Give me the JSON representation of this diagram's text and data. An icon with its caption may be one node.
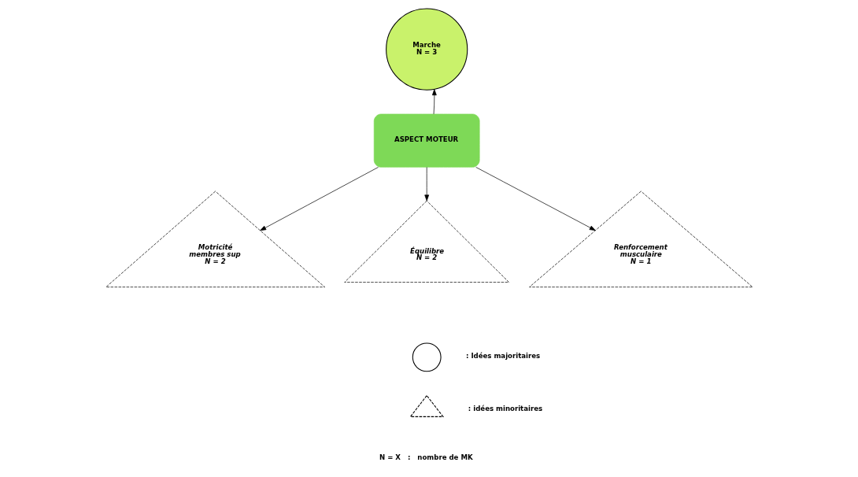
{
  "diagram": {
    "nodes": [
      {
        "text": [
          "ASPECT MOTEUR"
        ]
      },
      {
        "text": [
          "Marche",
          "N = 3"
        ]
      },
      {
        "text": [
          "Motricité membres sup",
          "N = 2"
        ]
      },
      {
        "text": [
          "Équilibre",
          "N = 2"
        ]
      },
      {
        "text": [
          "Renforcement musculaire",
          "N = 1"
        ]
      },
      {
        "text": [],
        "shape": "circle"
      },
      {
        "text": [],
        "shape": "triangle"
      }
    ],
    "edges": [
      {
        "from": 0,
        "to": 1,
        "arrow": "to"
      },
      {
        "from": 0,
        "to": 2,
        "arrow": "to"
      },
      {
        "from": 0,
        "to": 3,
        "arrow": "to"
      },
      {
        "from": 0,
        "to": 4,
        "arrow": "to"
      }
    ],
    "labels": [
      "N = X   :   nombre de MK"
    ],
    "legend": [
      {
        "text": ": Idées majoritaires"
      },
      {
        "text": ": idées minoritaires"
      }
    ]
  }
}
